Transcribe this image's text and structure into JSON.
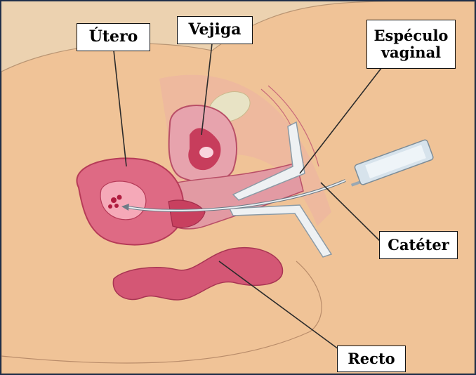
{
  "labels": {
    "uterus": "Útero",
    "bladder": "Vejiga",
    "speculum": "Espéculo\nvaginal",
    "catheter": "Catéter",
    "rectum": "Recto"
  },
  "colors": {
    "background": "#eccca5",
    "body": "#f0c195",
    "tissue": "#e9b0aa",
    "organ": "#c73d5c",
    "organ_light": "#f3a4b3",
    "instrument": "#e5e9ec",
    "leader_line": "#2b2b2b"
  }
}
